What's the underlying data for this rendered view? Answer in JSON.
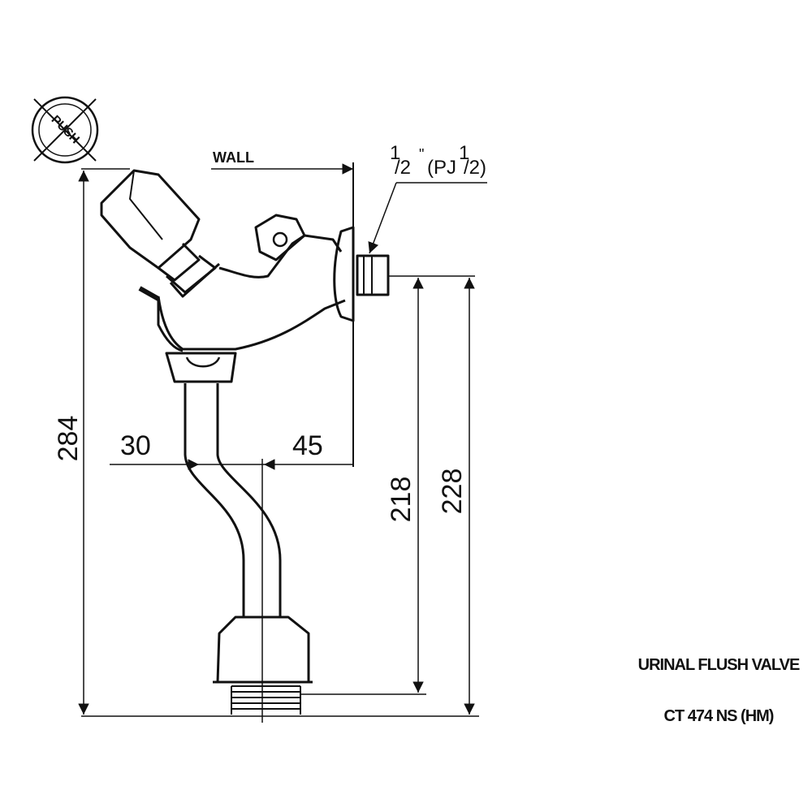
{
  "labels": {
    "push": "PUSH",
    "wall": "WALL",
    "thread_whole": "1",
    "thread_frac": "/2",
    "thread_quote": "\"",
    "thread_mid": "(PJ",
    "thread_whole2": "1",
    "thread_frac2": "/2)"
  },
  "dimensions": {
    "overall_height": "284",
    "offset_left": "30",
    "offset_right": "45",
    "inlet_to_outlet": "218",
    "inlet_to_base": "228"
  },
  "title": {
    "line1": "URINAL FLUSH VALVE",
    "line2": "CT 474 NS (HM)"
  },
  "colors": {
    "ink": "#111111",
    "background": "#ffffff"
  }
}
